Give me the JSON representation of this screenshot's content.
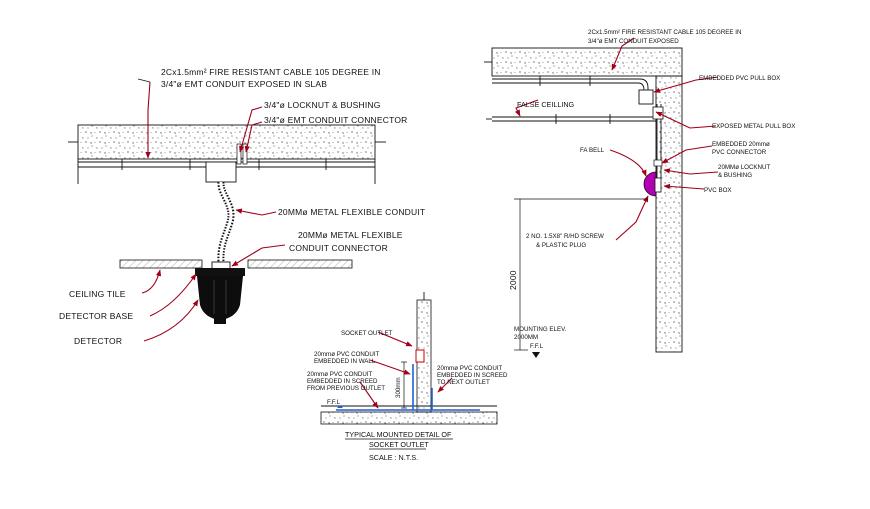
{
  "left_detail": {
    "cable_label_1": "2Cx1.5mm² FIRE RESISTANT CABLE 105 DEGREE IN",
    "cable_label_2": "3/4\"ø EMT CONDUIT EXPOSED IN SLAB",
    "locknut": "3/4\"ø LOCKNUT & BUSHING",
    "emt_connector": "3/4\"ø EMT CONDUIT CONNECTOR",
    "flex_conduit": "20MMø METAL FLEXIBLE CONDUIT",
    "flex_connector_1": "20MMø METAL FLEXIBLE",
    "flex_connector_2": "CONDUIT CONNECTOR",
    "ceiling_tile": "CEILING TILE",
    "detector_base": "DETECTOR BASE",
    "detector": "DETECTOR"
  },
  "socket_detail": {
    "socket_outlet": "SOCKET OUTLET",
    "pvc_wall_1": "20mmø PVC CONDUIT",
    "pvc_wall_2": "EMBEDDED IN WALL",
    "pvc_screed_1": "20mmø PVC CONDUIT",
    "pvc_screed_2": "EMBEDDED IN SCREED",
    "pvc_screed_3": "FROM PREVIOUS OUTLET",
    "pvc_next_1": "20mmø PVC CONDUIT",
    "pvc_next_2": "EMBEDDED IN SCREED",
    "pvc_next_3": "TO NEXT OUTLET",
    "height": "300mm",
    "ffl": "F.F.L",
    "title_1": "TYPICAL MOUNTED DETAIL OF",
    "title_2": "SOCKET OUTLET",
    "scale": "SCALE : N.T.S."
  },
  "right_detail": {
    "cable_label_1": "2Cx1.5mm² FIRE RESISTANT CABLE 105 DEGREE IN",
    "cable_label_2": "3/4\"ø EMT CONDUIT EXPOSED",
    "embedded_pull_box": "EMBEDDED PVC PULL BOX",
    "false_ceiling": "FALSE CEILLING",
    "exposed_pull_box": "EXPOSED METAL PULL BOX",
    "embedded_connector_1": "EMBEDDED 20mmø",
    "embedded_connector_2": "PVC CONNECTOR",
    "fa_bell": "FA BELL",
    "locknut_1": "20MMø LOCKNUT",
    "locknut_2": "& BUSHING",
    "pvc_box": "PVC BOX",
    "screw_1": "2 NO. 1.5X8\" R/HD SCREW",
    "screw_2": "& PLASTIC PLUG",
    "dimension": "2000",
    "mounting_1": "MOUNTING ELEV.",
    "mounting_2": "2000MM",
    "ffl": "F.F.L"
  },
  "colors": {
    "line": "#111111",
    "leader_red": "#a0001a",
    "conduit_blue": "#1e5fd8",
    "bell": "#b400b4"
  }
}
